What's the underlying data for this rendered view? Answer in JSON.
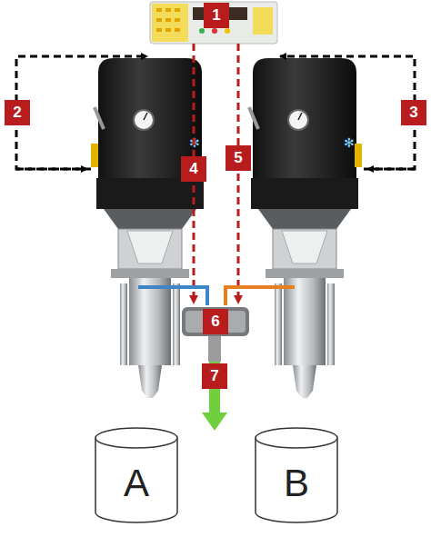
{
  "diagram": {
    "nodes": [
      {
        "text": [
          "A"
        ]
      },
      {
        "text": [
          "B"
        ]
      }
    ],
    "labels": [
      "1",
      "2",
      "3",
      "4",
      "5",
      "6",
      "7"
    ]
  }
}
